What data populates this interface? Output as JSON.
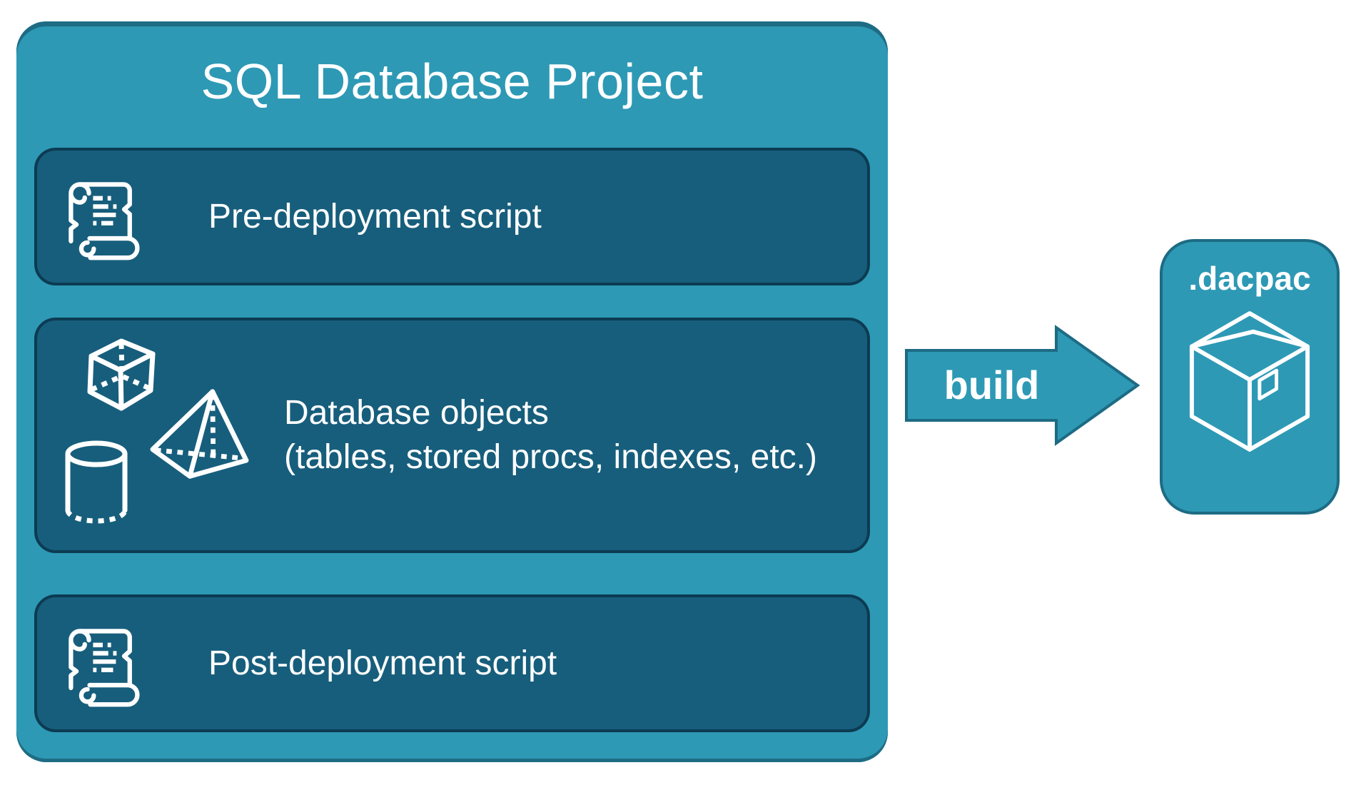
{
  "project": {
    "title": "SQL Database Project",
    "items": [
      {
        "id": "pre-deployment",
        "label": "Pre-deployment script",
        "icon": "scroll-icon"
      },
      {
        "id": "database-objects",
        "label_line1": "Database objects",
        "label_line2": "(tables, stored procs, indexes, etc.)",
        "icons": [
          "cube-icon",
          "pyramid-icon",
          "cylinder-icon"
        ]
      },
      {
        "id": "post-deployment",
        "label": "Post-deployment script",
        "icon": "scroll-icon"
      }
    ]
  },
  "arrow": {
    "label": "build",
    "direction": "right"
  },
  "output": {
    "title": ".dacpac",
    "icon": "package-icon"
  },
  "colors": {
    "teal_fill": "#2D99B5",
    "teal_edge_shadow": "#1E6C84",
    "inner_box_fill": "#175E7C",
    "inner_box_border": "#0C3B52",
    "outline_stroke": "#1D6B84",
    "icon_and_text": "#FFFFFF",
    "background": "#FFFFFF"
  }
}
